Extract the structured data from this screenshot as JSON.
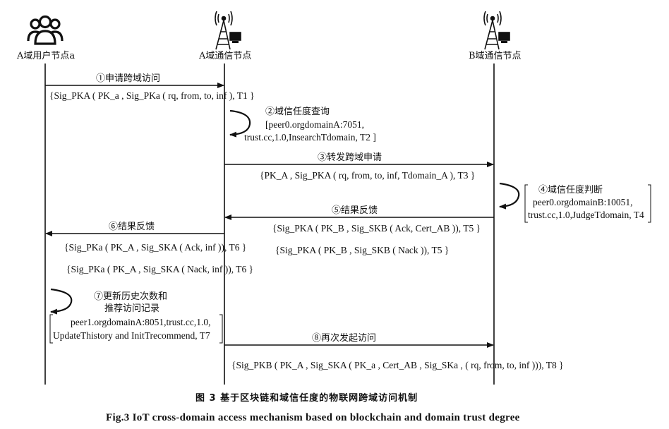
{
  "nodes": {
    "user": "A域用户节点a",
    "commA": "A域通信节点",
    "commB": "B域通信节点"
  },
  "steps": {
    "s1": "①申请跨域访问",
    "s2": "②域信任度查询",
    "s3": "③转发跨域申请",
    "s4": "④域信任度判断",
    "s5": "⑤结果反馈",
    "s6": "⑥结果反馈",
    "s7a": "⑦更新历史次数和",
    "s7b": "推荐访问记录",
    "s8": "⑧再次发起访问"
  },
  "formulas": {
    "f1": "{Sig_PKA ( PK_a , Sig_PKa ( rq,  from, to, inf ),  T1 }",
    "f2a": "[peer0.orgdomainA:7051,",
    "f2b": "trust.cc,1.0,InsearchTdomain, T2 ]",
    "f3": "{PK_A , Sig_PKA ( rq,  from, to, inf, Tdomain_A ),  T3 }",
    "f4a": "peer0.orgdomainB:10051,",
    "f4b": "trust.cc,1.0,JudgeTdomain, T4",
    "f5a": "{Sig_PKA ( PK_B , Sig_SKB ( Ack, Cert_AB )),  T5 }",
    "f5b": "{Sig_PKA ( PK_B , Sig_SKB ( Nack )),  T5 }",
    "f6a": "{Sig_PKa ( PK_A , Sig_SKA ( Ack, inf )),  T6 }",
    "f6b": "{Sig_PKa ( PK_A , Sig_SKA ( Nack, inf )),  T6 }",
    "f7a": "peer1.orgdomainA:8051,trust.cc,1.0,",
    "f7b": "UpdateThistory and InitTrecommend, T7",
    "f8": "{Sig_PKB ( PK_A , Sig_SKA ( PK_a , Cert_AB , Sig_SKa , ( rq, from, to, inf ))),  T8 }"
  },
  "caption": {
    "cn": "图 3    基于区块链和域信任度的物联网跨域访问机制",
    "en": "Fig.3    IoT cross-domain access mechanism based on blockchain and domain trust degree"
  }
}
